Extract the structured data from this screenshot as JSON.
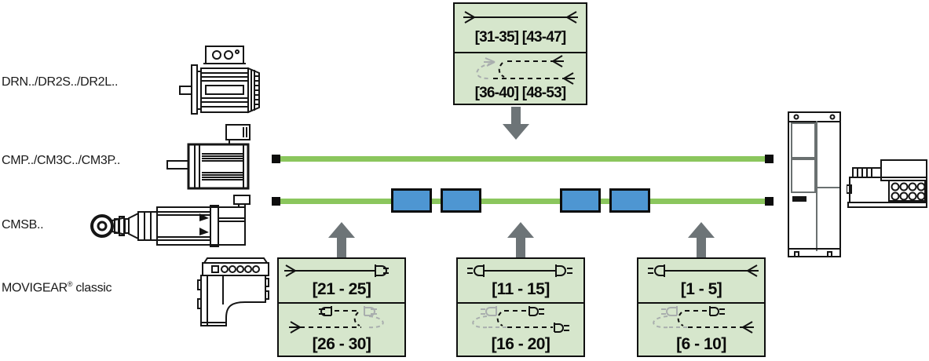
{
  "labels": {
    "drn": "DRN../DR2S../DR2L..",
    "cmp": "CMP../CM3C../CM3P..",
    "cmsb": "CMSB..",
    "movigear_brand": "MOVIGEAR",
    "movigear_reg": "®",
    "movigear_suffix": "classic"
  },
  "cable_ranges": {
    "top_solid": "[31-35] [43-47]",
    "top_split": "[36-40] [48-53]",
    "left_solid": "[21 - 25]",
    "left_split": "[26 - 30]",
    "middle_solid": "[11 - 15]",
    "middle_split": "[16 - 20]",
    "right_solid": "[1 - 5]",
    "right_split": "[6 - 10]"
  },
  "pictograms": {
    "top_solid": "cable-open-wire-both-ends",
    "top_split": "y-split-extension-cable-open-ends",
    "left_solid": "cable-open-wire-to-plug",
    "left_split": "extension-cable-plug-variant",
    "middle_solid": "cable-plug-both-ends",
    "middle_split": "extension-cable-plug-both-variant",
    "right_solid": "cable-plug-to-open-wire",
    "right_split": "extension-cable-open-wire-variant"
  },
  "colors": {
    "cable_green": "#8bc65d",
    "box_background_green": "#d6e6cc",
    "connector_blue": "#4e96d2",
    "arrow_gray": "#6d7477",
    "line_black": "#111111",
    "alt_cable_gray": "#a9aeae"
  }
}
